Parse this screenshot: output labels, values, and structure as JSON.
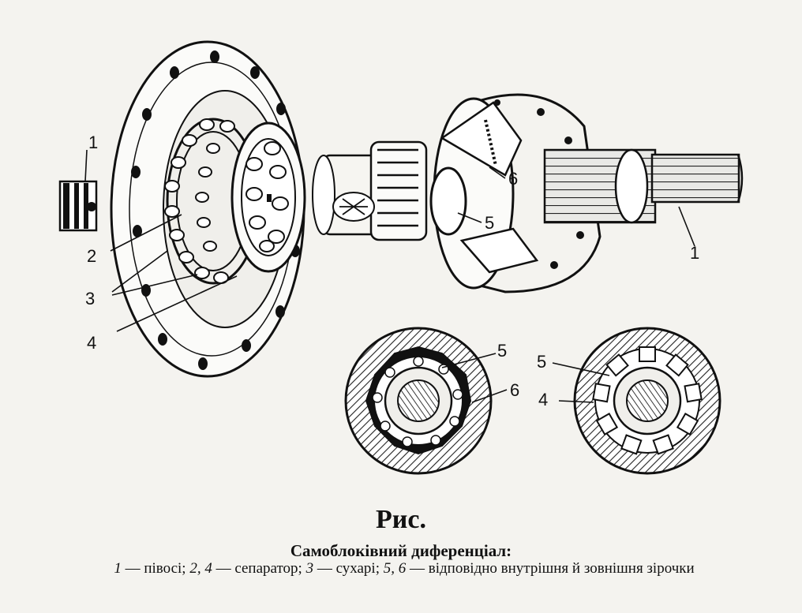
{
  "figure": {
    "labels": {
      "left_axle": "1",
      "separator_2": "2",
      "shoes_3": "3",
      "separator_4": "4",
      "inner_star_5": "5",
      "outer_star_6": "6",
      "right_axle": "1",
      "section_left_5": "5",
      "section_left_6": "6",
      "section_right_5": "5",
      "section_right_4": "4"
    }
  },
  "caption": {
    "title": "Рис.",
    "subtitle": "Самоблоківний диференціал:",
    "legend": {
      "n1": "1",
      "t1": " — півосі; ",
      "n2": "2, 4",
      "t2": " — сепаратор; ",
      "n3": "3",
      "t3": " — сухарі; ",
      "n4": "5, 6",
      "t4": " — відповідно внутрішня й зовнішня зірочки"
    }
  }
}
